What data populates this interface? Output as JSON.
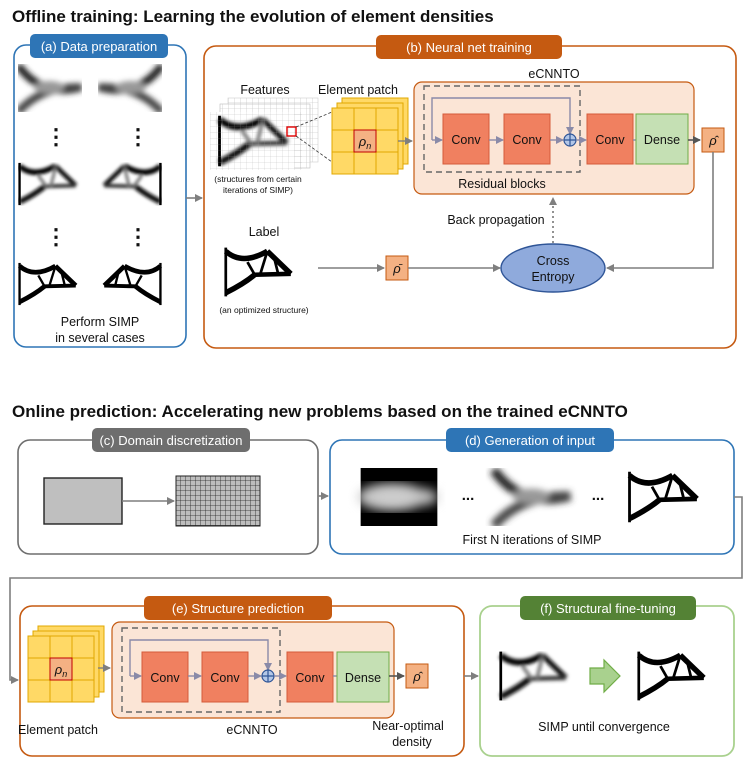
{
  "colors": {
    "blue": "#2e75b6",
    "orange": "#c55a11",
    "gray": "#6e6e6e",
    "green": "#70ad47",
    "conv_fill": "#f08060",
    "dense_fill": "#c5e0b4",
    "patch_fill": "#ffd966",
    "cnn_bg": "#fbe5d6",
    "entropy_fill": "#8faadc"
  },
  "offline": {
    "title": "Offline training: Learning the evolution of element densities",
    "data_prep": {
      "label": "(a) Data preparation",
      "caption_line1": "Perform SIMP",
      "caption_line2": "in several cases",
      "ellipsis": "⋮"
    },
    "nn": {
      "label": "(b) Neural net training",
      "features_label": "Features",
      "features_caption_line1": "(structures from certain",
      "features_caption_line2": "iterations of SIMP)",
      "patch_label": "Element patch",
      "patch_symbol": "ρn",
      "ecnnto_label": "eCNNTO",
      "residual_label": "Residual blocks",
      "conv_label": "Conv",
      "dense_label": "Dense",
      "output_symbol": "ρ̂",
      "backprop_label": "Back propagation",
      "label_title": "Label",
      "label_caption": "(an optimized structure)",
      "target_symbol": "ρ̄",
      "cross_line1": "Cross",
      "cross_line2": "Entropy"
    }
  },
  "online": {
    "title": "Online prediction: Accelerating new problems based on the trained eCNNTO",
    "domain": {
      "label": "(c) Domain discretization"
    },
    "input": {
      "label": "(d) Generation of input",
      "ellipsis": "...",
      "caption": "First N iterations of SIMP"
    },
    "prediction": {
      "label": "(e) Structure prediction",
      "patch_symbol": "ρn",
      "conv_label": "Conv",
      "dense_label": "Dense",
      "output_symbol": "ρ̂",
      "patch_caption": "Element patch",
      "ecnnto_caption": "eCNNTO",
      "near_line1": "Near-optimal",
      "near_line2": "density"
    },
    "finetune": {
      "label": "(f) Structural fine-tuning",
      "caption": "SIMP until convergence"
    }
  }
}
